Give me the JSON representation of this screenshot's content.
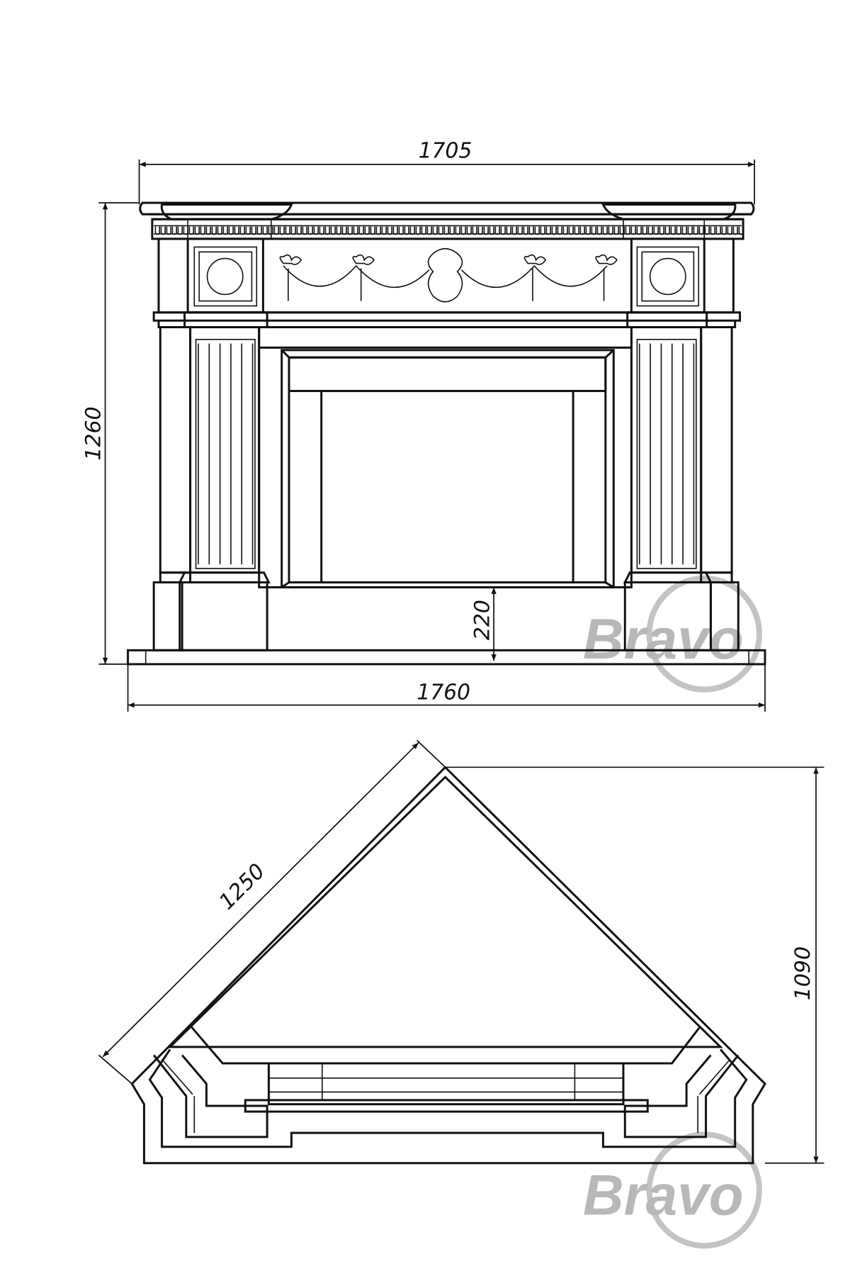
{
  "front_view": {
    "width_top": "1705",
    "height": "1260",
    "base_height": "220",
    "width_base": "1760"
  },
  "plan_view": {
    "side_length": "1250",
    "depth": "1090"
  },
  "watermark": "Bravo",
  "colors": {
    "line": "#111111",
    "watermark": "#b8b8b8"
  }
}
